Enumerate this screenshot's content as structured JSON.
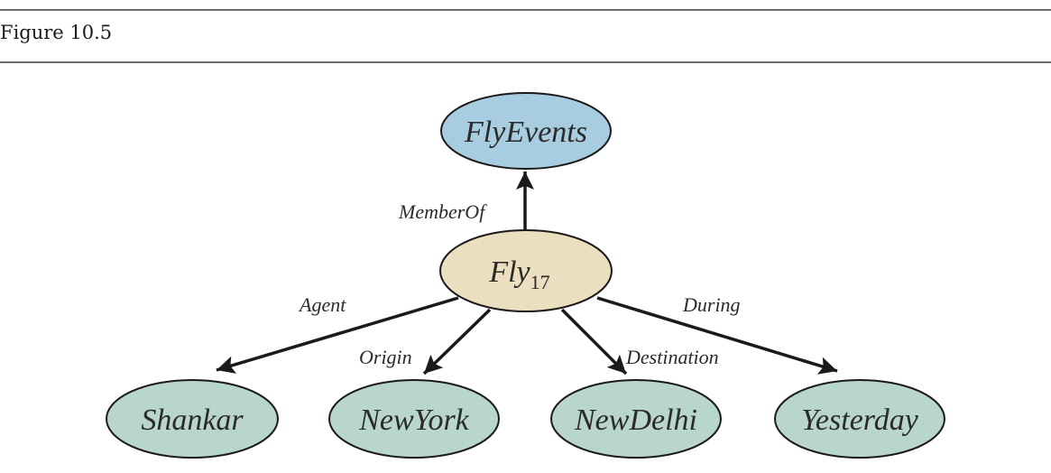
{
  "figure": {
    "title": "Figure 10.5"
  },
  "colors": {
    "class_node": "#a9cde0",
    "event_node": "#ecdfc0",
    "value_node": "#b9d6cb",
    "stroke": "#1a1a1a"
  },
  "nodes": {
    "flyevents": {
      "label": "FlyEvents"
    },
    "fly17": {
      "label": "Fly",
      "subscript": "17"
    },
    "shankar": {
      "label": "Shankar"
    },
    "newyork": {
      "label": "NewYork"
    },
    "newdelhi": {
      "label": "NewDelhi"
    },
    "yesterday": {
      "label": "Yesterday"
    }
  },
  "edges": {
    "memberof": {
      "label": "MemberOf",
      "from": "Fly17",
      "to": "FlyEvents"
    },
    "agent": {
      "label": "Agent",
      "from": "Fly17",
      "to": "Shankar"
    },
    "origin": {
      "label": "Origin",
      "from": "Fly17",
      "to": "NewYork"
    },
    "destination": {
      "label": "Destination",
      "from": "Fly17",
      "to": "NewDelhi"
    },
    "during": {
      "label": "During",
      "from": "Fly17",
      "to": "Yesterday"
    }
  }
}
